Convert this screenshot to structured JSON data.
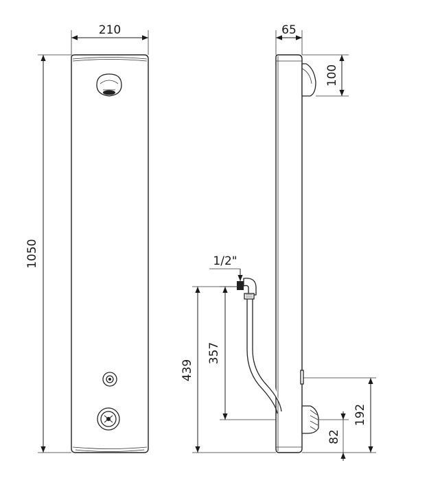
{
  "dimensions": {
    "front_width": "210",
    "front_height": "1050",
    "side_depth": "65",
    "head_height": "100",
    "inlet_thread": "1/2\"",
    "inlet_height": "439",
    "pipe_length": "357",
    "outlet_height": "192",
    "bottom_offset": "82"
  }
}
